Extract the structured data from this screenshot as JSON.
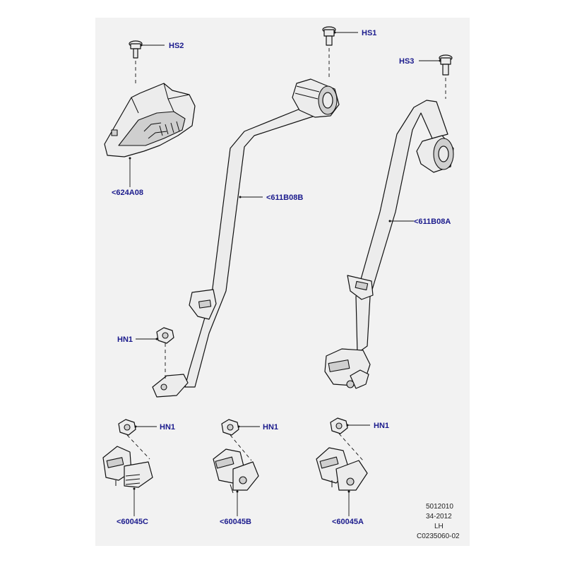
{
  "callouts": {
    "hs2": "HS2",
    "hs1": "HS1",
    "hs3": "HS3",
    "hn1_upper": "HN1",
    "hn1_c": "HN1",
    "hn1_b": "HN1",
    "hn1_a": "HN1",
    "bracket": "<624A08",
    "belt_b": "<611B08B",
    "belt_a": "<611B08A",
    "buckle_c": "<60045C",
    "buckle_b": "<60045B",
    "buckle_a": "<60045A"
  },
  "reference": {
    "line1": "5012010",
    "line2": "34-2012",
    "line3": "LH",
    "line4": "C0235060-02"
  },
  "colors": {
    "label": "#1a1a8c",
    "panel": "#f2f2f2",
    "line": "#111111"
  }
}
